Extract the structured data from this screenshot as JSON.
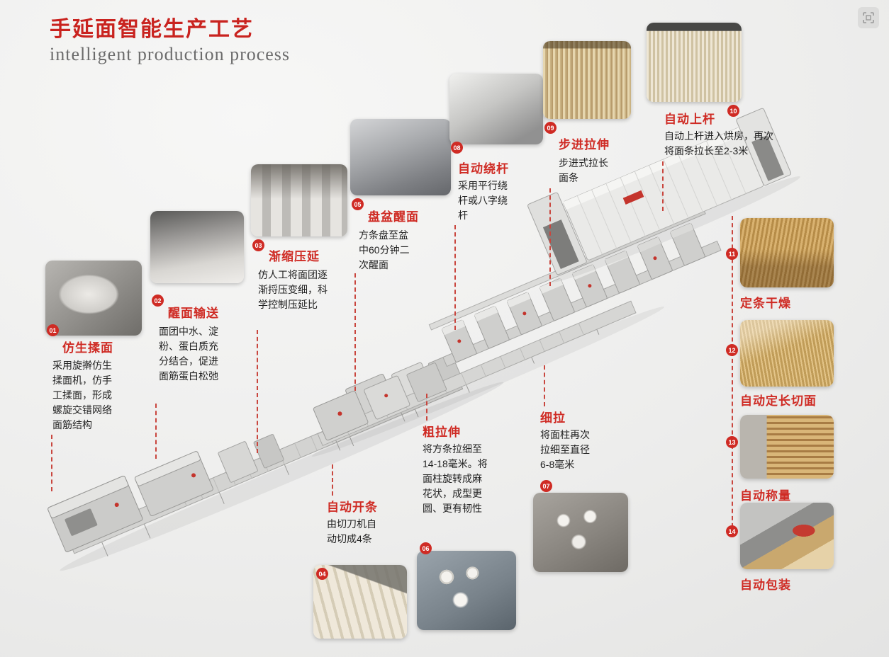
{
  "page": {
    "title": "手延面智能生产工艺",
    "subtitle": "intelligent production process"
  },
  "accent_color": "#cf2b24",
  "steps": [
    {
      "num": "01",
      "title": "仿生揉面",
      "desc": "采用旋擀仿生揉面机，仿手工揉面，形成螺旋交错网络面筋结构"
    },
    {
      "num": "02",
      "title": "醒面输送",
      "desc": "面团中水、淀粉、蛋白质充分结合，促进面筋蛋白松弛"
    },
    {
      "num": "03",
      "title": "渐缩压延",
      "desc": "仿人工将面团逐渐捋压变细，科学控制压延比"
    },
    {
      "num": "04",
      "title": "自动开条",
      "desc": "由切刀机自动切成4条"
    },
    {
      "num": "05",
      "title": "盘盆醒面",
      "desc": "方条盘至盆中60分钟二次醒面"
    },
    {
      "num": "06",
      "title": "粗拉伸",
      "desc": "将方条拉细至14-18毫米。将面柱旋转成麻花状，成型更圆、更有韧性"
    },
    {
      "num": "07",
      "title": "细拉",
      "desc": "将面柱再次拉细至直径6-8毫米"
    },
    {
      "num": "08",
      "title": "自动绕杆",
      "desc": "采用平行绕杆或八字绕杆"
    },
    {
      "num": "09",
      "title": "步进拉伸",
      "desc": "步进式拉长面条"
    },
    {
      "num": "10",
      "title": "自动上杆",
      "desc": "自动上杆进入烘房，再次将面条拉长至2-3米"
    },
    {
      "num": "11",
      "title": "定条干燥",
      "desc": ""
    },
    {
      "num": "12",
      "title": "自动定长切面",
      "desc": ""
    },
    {
      "num": "13",
      "title": "自动称量",
      "desc": ""
    },
    {
      "num": "14",
      "title": "自动包装",
      "desc": ""
    }
  ]
}
